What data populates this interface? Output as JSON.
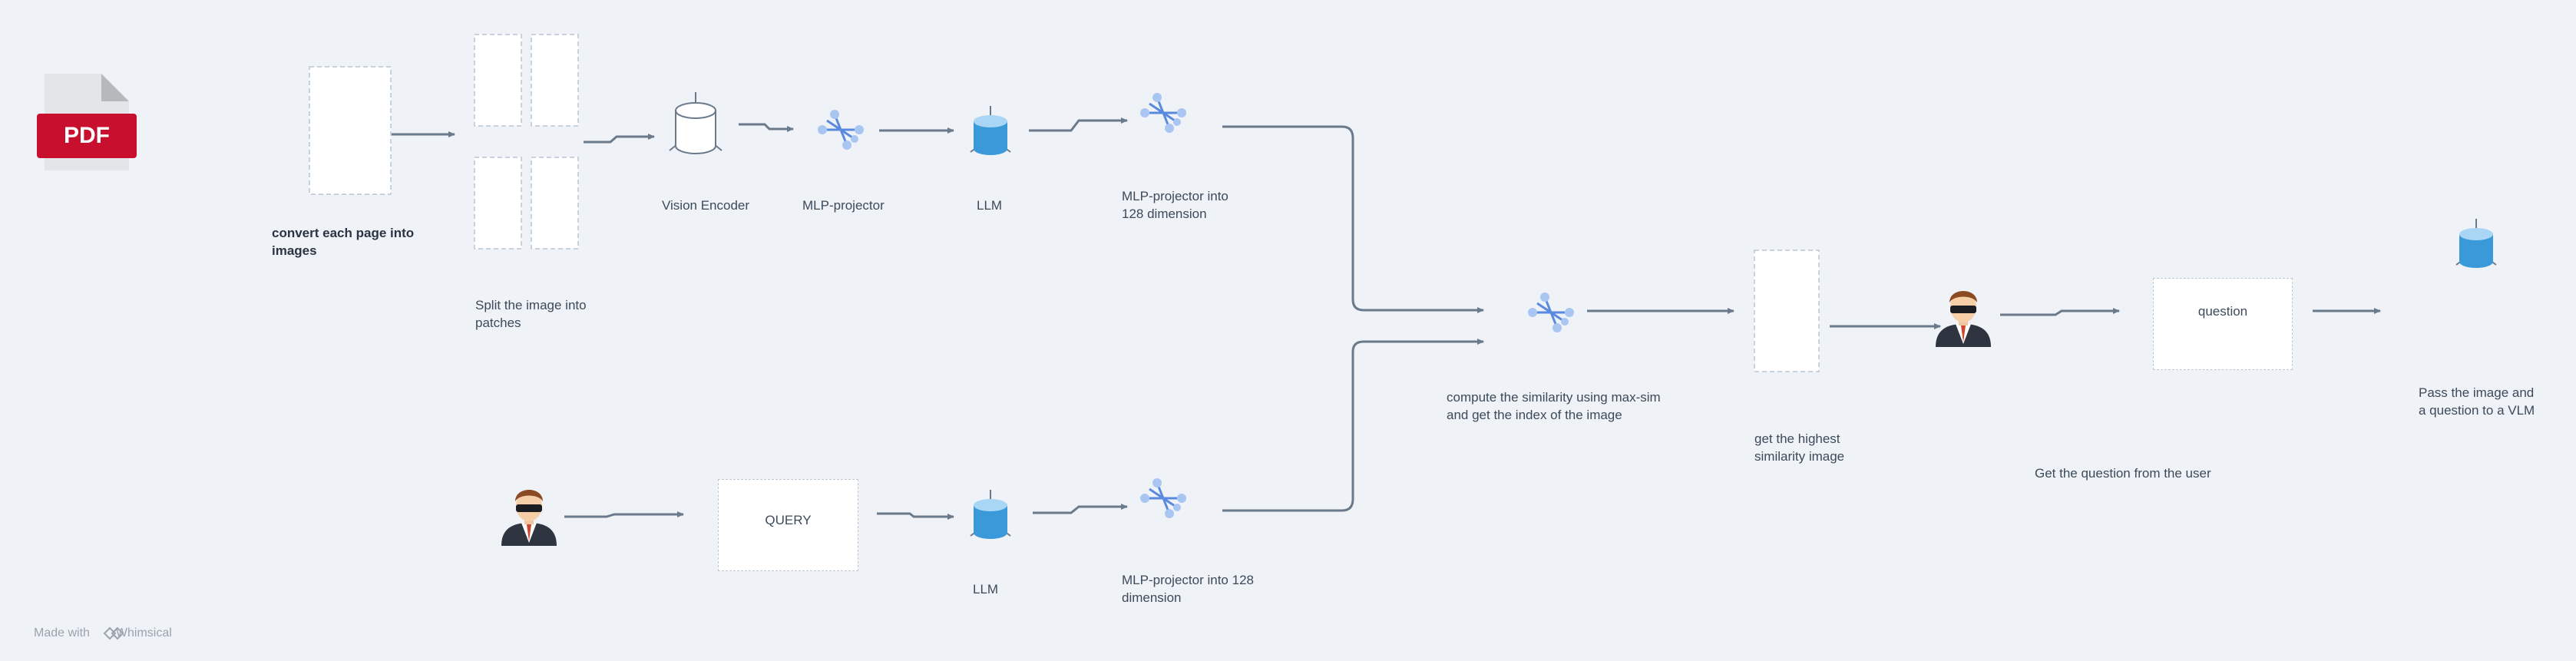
{
  "document": {
    "icon_text": "PDF"
  },
  "steps": {
    "convert_pages": "convert each page into\nimages",
    "split_patches": "Split the image into\npatches",
    "vision_encoder": "Vision Encoder",
    "mlp_projector": "MLP-projector",
    "llm_top": "LLM",
    "mlp_128_top": "MLP-projector into\n128 dimension",
    "similarity": "compute the similarity using max-sim\nand get the index of the image",
    "highest": "get the  highest\nsimilarity image",
    "question_user": "Get the question from the user",
    "pass_vlm": "Pass the image and\na question to a VLM",
    "llm_bottom": "LLM",
    "mlp_128_bottom": "MLP-projector into 128\ndimension"
  },
  "boxes": {
    "query": "QUERY",
    "question": "question"
  },
  "watermark": {
    "made_with": "Made with",
    "brand": "Whimsical"
  },
  "colors": {
    "background": "#eff2f6",
    "arrow": "#6b7a8b",
    "db_blue": "#3a9ad9",
    "projector_blue": "#7fa9ec",
    "pdf_red": "#c8102e"
  }
}
